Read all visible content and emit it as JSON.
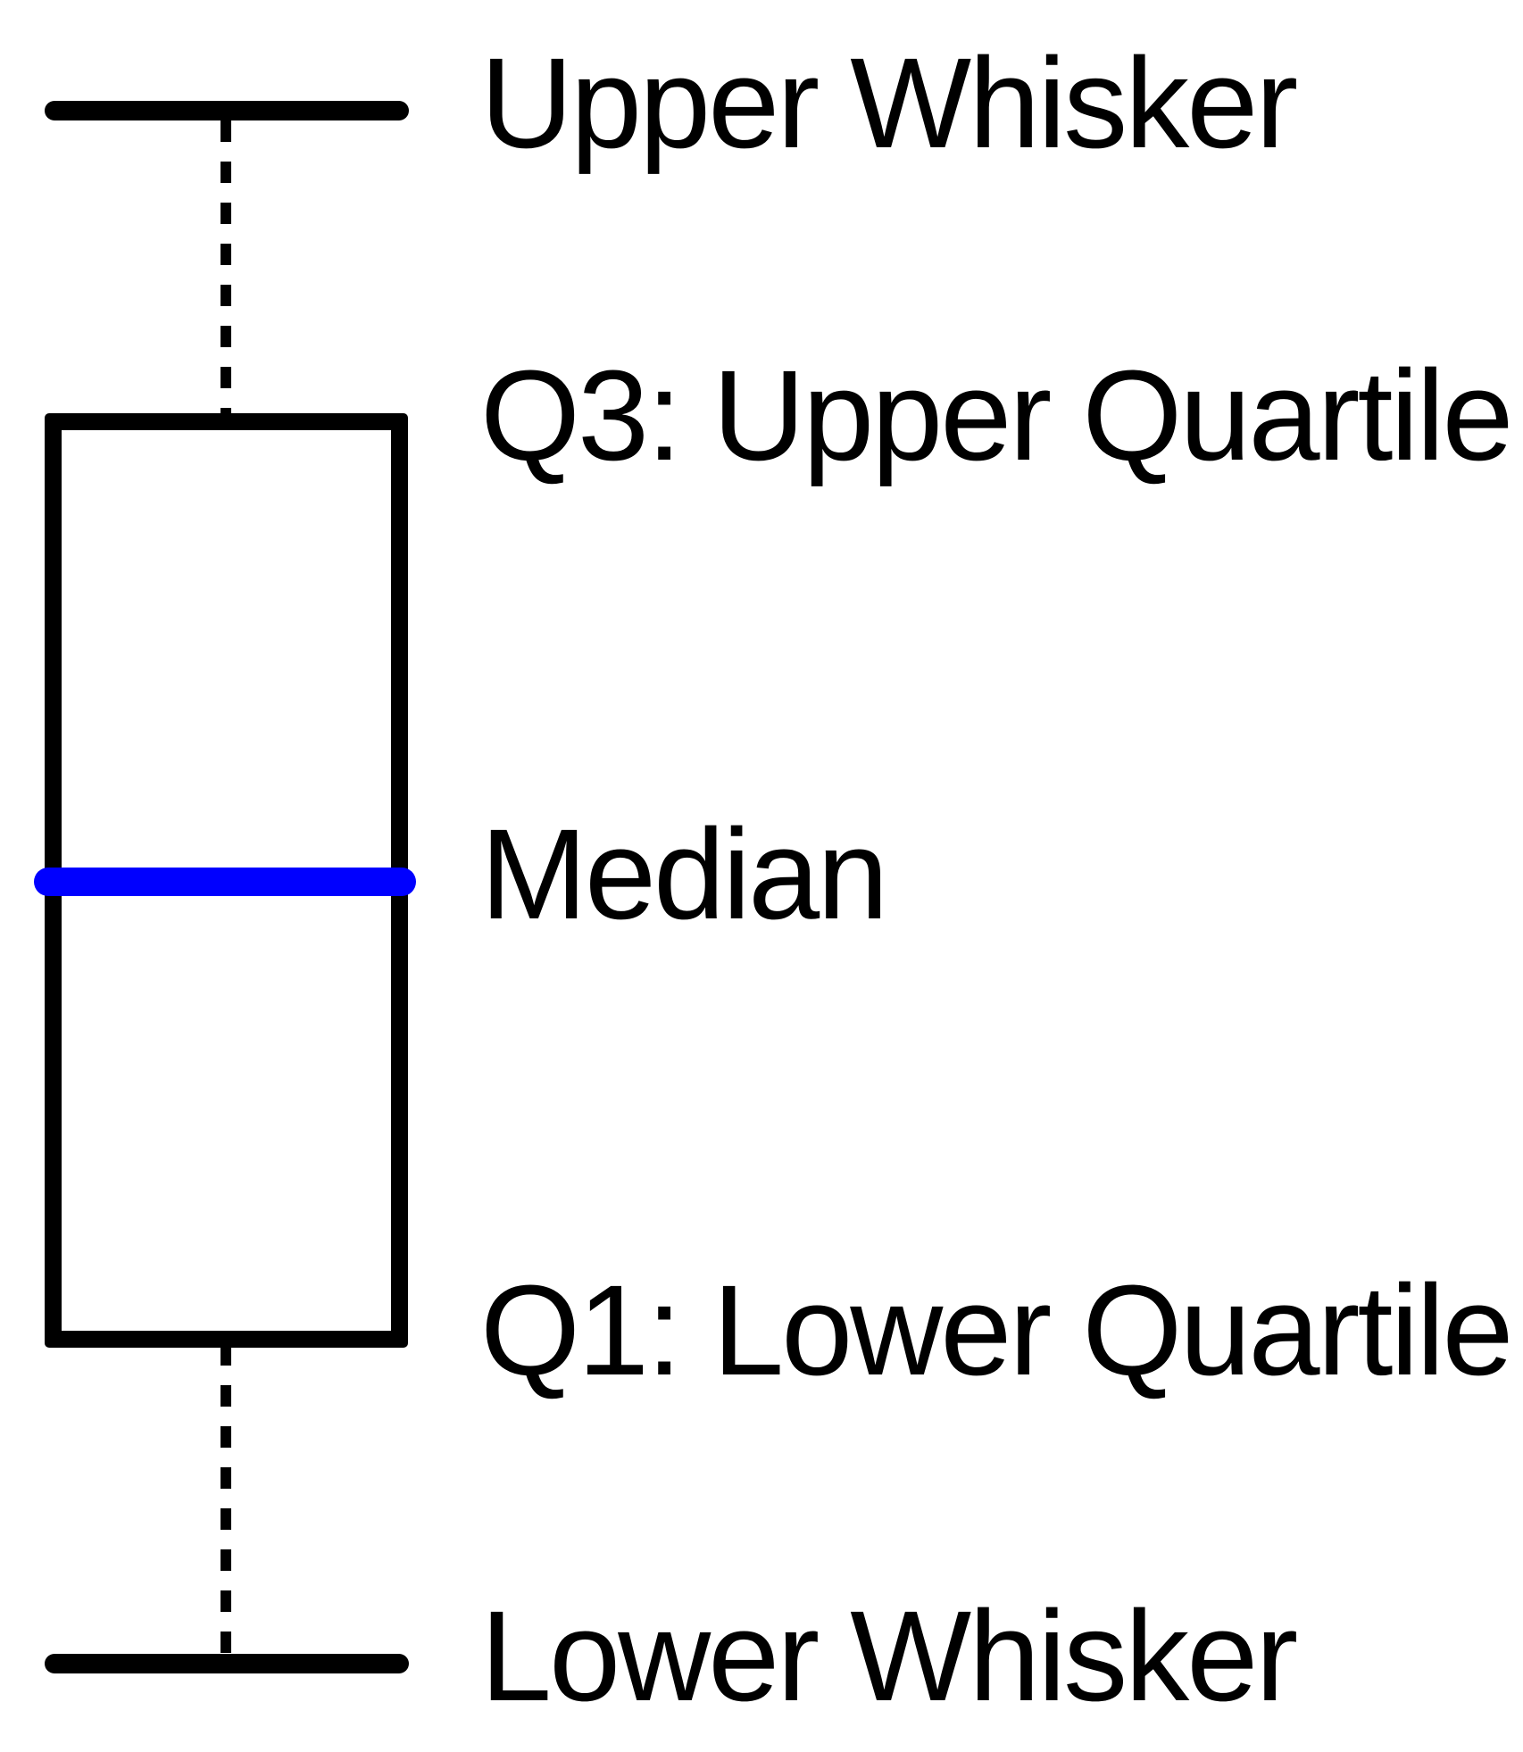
{
  "colors": {
    "stroke": "#000000",
    "median": "#0000ff",
    "background": "#ffffff"
  },
  "diagram": {
    "type": "boxplot-anatomy",
    "parts": [
      "upper-whisker-cap",
      "upper-whisker-stem",
      "iqr-box",
      "median-line",
      "lower-whisker-stem",
      "lower-whisker-cap"
    ],
    "labels": {
      "upper_whisker": "Upper Whisker",
      "q3": "Q3: Upper Quartile",
      "median": "Median",
      "q1": "Q1: Lower Quartile",
      "lower_whisker": "Lower Whisker"
    }
  }
}
